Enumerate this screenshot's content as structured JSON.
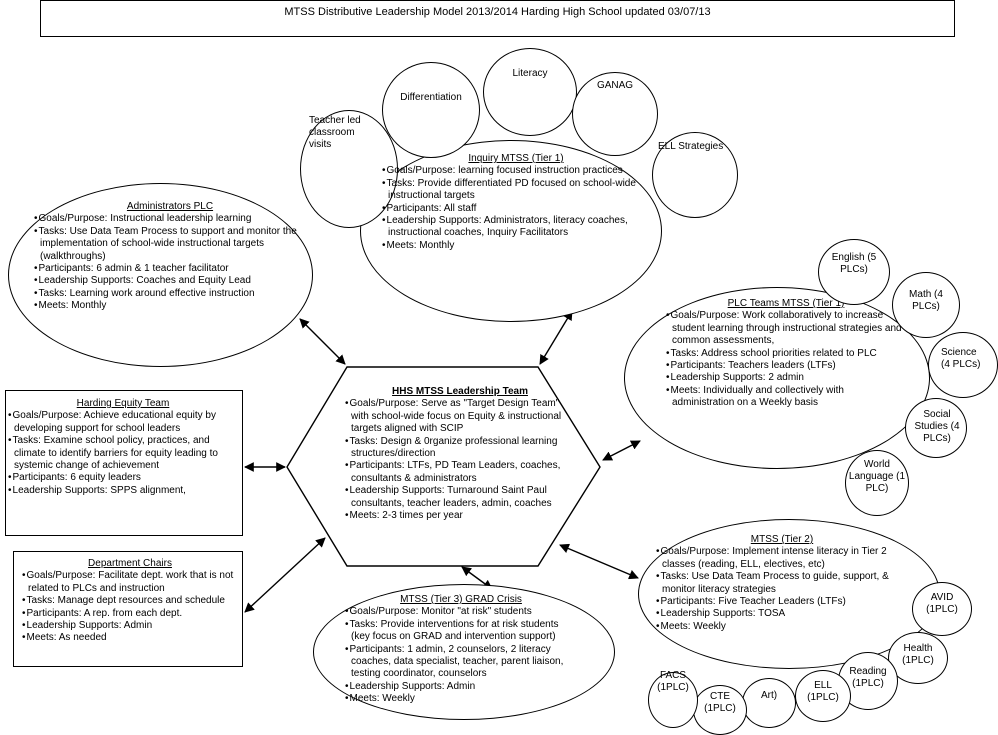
{
  "title": "MTSS Distributive Leadership Model 2013/2014 Harding High School updated 03/07/13",
  "center": {
    "heading": "HHS MTSS Leadership Team",
    "items": [
      "Goals/Purpose:  Serve as \"Target Design Team\" with school-wide focus on  Equity & instructional targets aligned with SCIP",
      "Tasks:  Design & 0rganize professional learning structures/direction",
      "Participants: LTFs, PD Team Leaders, coaches, consultants & administrators",
      "Leadership Supports: Turnaround Saint Paul consultants, teacher leaders, admin, coaches",
      "Meets: 2-3 times per year"
    ]
  },
  "admin": {
    "heading": "Administrators PLC",
    "items": [
      "Goals/Purpose: Instructional leadership learning",
      "Tasks: Use Data Team Process to support and monitor the implementation of school-wide instructional targets (walkthroughs)",
      "Participants: 6 admin & 1 teacher facilitator",
      "Leadership Supports: Coaches and Equity Lead",
      "Tasks: Learning work around effective instruction",
      "Meets: Monthly"
    ]
  },
  "equity": {
    "heading": "Harding Equity Team",
    "items": [
      "Goals/Purpose:  Achieve educational equity by developing support for school leaders",
      "Tasks: Examine school policy, practices, and climate to identify barriers for equity leading to systemic change of achievement",
      "Participants: 6 equity leaders",
      "Leadership Supports: SPPS alignment,"
    ]
  },
  "dept": {
    "heading": "Department Chairs",
    "items": [
      "Goals/Purpose: Facilitate dept. work that is not related to PLCs and instruction",
      "Tasks: Manage dept resources and schedule",
      "Participants: A rep. from each dept.",
      "Leadership Supports: Admin",
      "Meets: As needed"
    ]
  },
  "inquiry": {
    "heading": "Inquiry MTSS (Tier 1)",
    "items": [
      "Goals/Purpose: learning focused instruction practices",
      "Tasks: Provide differentiated PD focused on school-wide instructional targets",
      "Participants:  All staff",
      "Leadership Supports: Administrators, literacy coaches, instructional coaches, Inquiry Facilitators",
      "Meets: Monthly"
    ]
  },
  "plc": {
    "heading": "PLC Teams MTSS (Tier 1)",
    "items": [
      "Goals/Purpose: Work collaboratively to increase student learning through instructional strategies and common assessments,",
      "Tasks:  Address school priorities related to PLC",
      "Participants: Teachers leaders (LTFs)",
      "Leadership Supports: 2 admin",
      "Meets: Individually and collectively with administration on  a Weekly basis"
    ]
  },
  "tier2": {
    "heading": "MTSS (Tier 2)",
    "items": [
      "Goals/Purpose: Implement intense literacy in Tier 2 classes (reading, ELL, electives, etc)",
      "Tasks: Use Data Team Process to guide, support, & monitor literacy strategies",
      "Participants: Five Teacher Leaders (LTFs)",
      "Leadership Supports: TOSA",
      "Meets: Weekly"
    ]
  },
  "tier3": {
    "heading": "MTSS (Tier 3) GRAD Crisis",
    "items": [
      "Goals/Purpose: Monitor \"at risk\" students",
      "Tasks: Provide interventions for at risk students (key focus on GRAD and intervention support)",
      "Participants: 1 admin, 2 counselors, 2 literacy coaches, data specialist, teacher, parent liaison, testing coordinator, counselors",
      "Leadership Supports: Admin",
      "Meets: Weekly"
    ]
  },
  "bubbles": {
    "teacher_led": "Teacher led classroom visits",
    "differentiation": "Differentiation",
    "literacy": "Literacy",
    "ganag": "GANAG",
    "ell_strategies": "ELL Strategies",
    "english": "English  (5 PLCs)",
    "math": "Math (4 PLCs)",
    "science": "Science (4 PLCs)",
    "social_studies": "Social Studies (4 PLCs)",
    "world_language": "World Language (1 PLC)",
    "avid": "AVID (1PLC)",
    "health": "Health (1PLC)",
    "reading": "Reading (1PLC)",
    "ell": "ELL (1PLC)",
    "art": "Art)",
    "cte": "CTE (1PLC)",
    "facs": "FACS (1PLC)"
  }
}
